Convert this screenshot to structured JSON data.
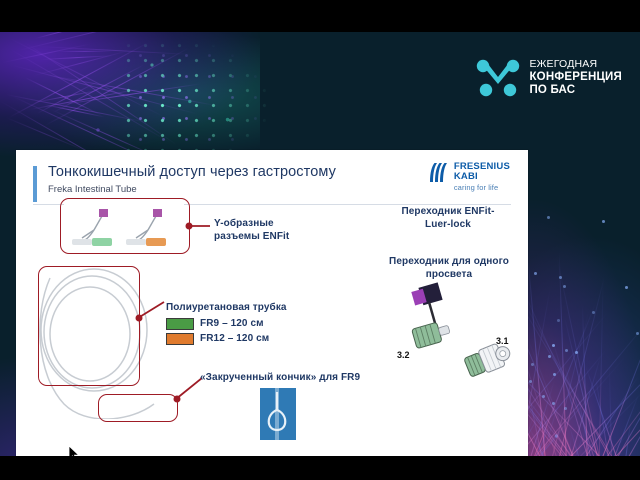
{
  "conference": {
    "logo_icon": "neuron-v-logo-icon",
    "line1": "ЕЖЕГОДНАЯ",
    "line2": "КОНФЕРЕНЦИЯ",
    "line3": "ПО БАС",
    "accent_color": "#3ec8d8"
  },
  "slide": {
    "title": "Тонкокишечный доступ через гастростому",
    "subtitle": "Freka Intestinal Tube",
    "accent_bar_color": "#5b9bd5",
    "brand": {
      "logo_icon": "fresenius-waves-icon",
      "name_line1": "FRESENIUS",
      "name_line2": "KABI",
      "tagline": "caring for life",
      "color": "#0d5ca8"
    },
    "annotations": {
      "y_connectors": "Y-образные\nразъемы ENFit",
      "y_connectors_line1": "Y-образные",
      "y_connectors_line2": "разъемы ENFit",
      "tube_title": "Полиуретановая трубка",
      "tube_sizes": [
        {
          "color": "#4a9c45",
          "label": "FR9 – 120 см"
        },
        {
          "color": "#e07b2e",
          "label": "FR12 – 120 см"
        }
      ],
      "curled_tip": "«Закрученный кончик» для FR9",
      "adapter_luer_line1": "Переходник ENFit-",
      "adapter_luer_line2": "Luer-lock",
      "adapter_single_line1": "Переходник для одного",
      "adapter_single_line2": "просвета",
      "ink_color": "#9e1b25"
    },
    "part_numbers": {
      "luer_lock": "3.1",
      "single_lumen": "3.2"
    },
    "images": {
      "y_connectors_photo": "y-connector-pair-photo",
      "coiled_tube_photo": "coiled-polyurethane-tube-photo",
      "curled_tip_photo": "curled-tip-photo",
      "adapter_single_photo": "single-lumen-adapter-photo",
      "adapter_luer_photo": "enfit-luer-lock-adapter-photo"
    }
  }
}
